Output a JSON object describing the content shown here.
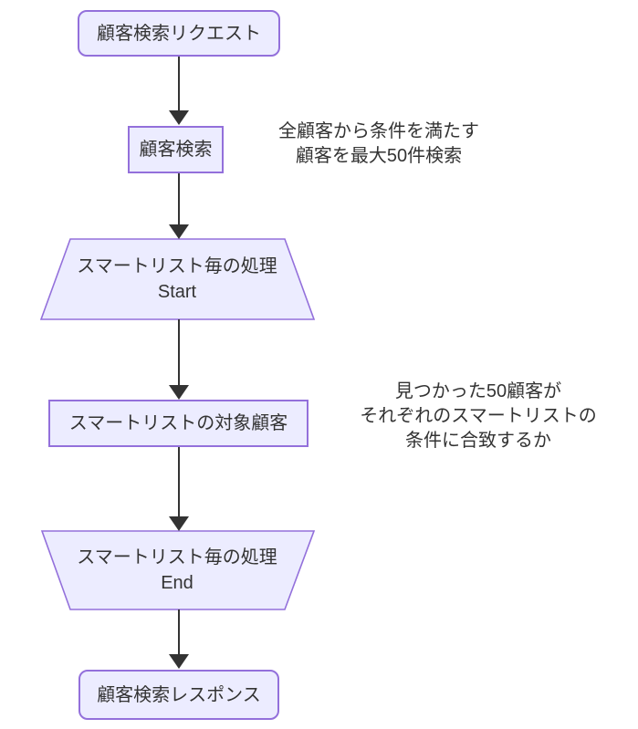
{
  "diagram": {
    "type": "flowchart-top-down",
    "colors": {
      "node_fill": "#ECECFF",
      "node_border": "#9370DB",
      "edge": "#333333",
      "text": "#333333",
      "background": "#FFFFFF"
    },
    "nodes": [
      {
        "id": "customer_search_request",
        "shape": "rounded-rect",
        "label": "顧客検索リクエスト"
      },
      {
        "id": "customer_search",
        "shape": "rect",
        "label": "顧客検索"
      },
      {
        "id": "smartlist_loop_start",
        "shape": "trapezoid",
        "label": "スマートリスト毎の処理",
        "sublabel": "Start"
      },
      {
        "id": "smartlist_target_customers",
        "shape": "rect",
        "label": "スマートリストの対象顧客"
      },
      {
        "id": "smartlist_loop_end",
        "shape": "trapezoid-inverted",
        "label": "スマートリスト毎の処理",
        "sublabel": "End"
      },
      {
        "id": "customer_search_response",
        "shape": "rounded-rect",
        "label": "顧客検索レスポンス"
      }
    ],
    "edges": [
      {
        "from": "customer_search_request",
        "to": "customer_search"
      },
      {
        "from": "customer_search",
        "to": "smartlist_loop_start"
      },
      {
        "from": "smartlist_loop_start",
        "to": "smartlist_target_customers"
      },
      {
        "from": "smartlist_target_customers",
        "to": "smartlist_loop_end"
      },
      {
        "from": "smartlist_loop_end",
        "to": "customer_search_response"
      }
    ],
    "annotations": [
      {
        "lines": {
          "0": "全顧客から条件を満たす",
          "1": "顧客を最大50件検索"
        }
      },
      {
        "lines": {
          "0": "見つかった50顧客が",
          "1": "それぞれのスマートリストの",
          "2": "条件に合致するか"
        }
      }
    ]
  }
}
